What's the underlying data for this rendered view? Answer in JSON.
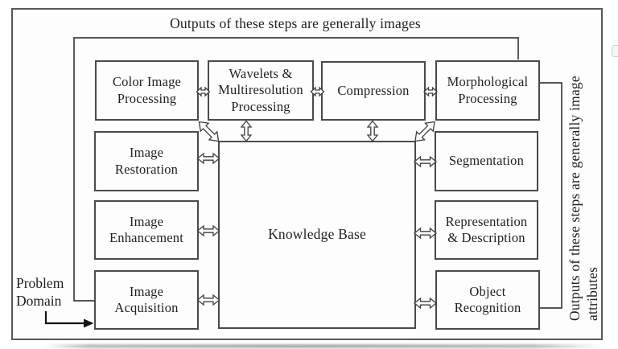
{
  "figure": {
    "top_caption": "Outputs of these steps are generally images",
    "side_caption": [
      "Outputs of these steps are generally image",
      "attributes"
    ],
    "problem_domain": [
      "Problem",
      "Domain"
    ],
    "nodes": {
      "color_image_processing": [
        "Color Image",
        "Processing"
      ],
      "wavelets": [
        "Wavelets &",
        "Multiresolution",
        "Processing"
      ],
      "compression": "Compression",
      "morphological": [
        "Morphological",
        "Processing"
      ],
      "image_restoration": [
        "Image",
        "Restoration"
      ],
      "image_enhancement": [
        "Image",
        "Enhancement"
      ],
      "image_acquisition": [
        "Image",
        "Acquisition"
      ],
      "knowledge_base": "Knowledge Base",
      "segmentation": "Segmentation",
      "representation_description": [
        "Representation",
        "& Description"
      ],
      "object_recognition": [
        "Object",
        "Recognition"
      ]
    },
    "colors": {
      "box_border": "#4a4a4a",
      "frame_border": "#585858",
      "text": "#1f1f1f",
      "line": "#3f3f3f",
      "background": "#fdfdfd"
    }
  }
}
